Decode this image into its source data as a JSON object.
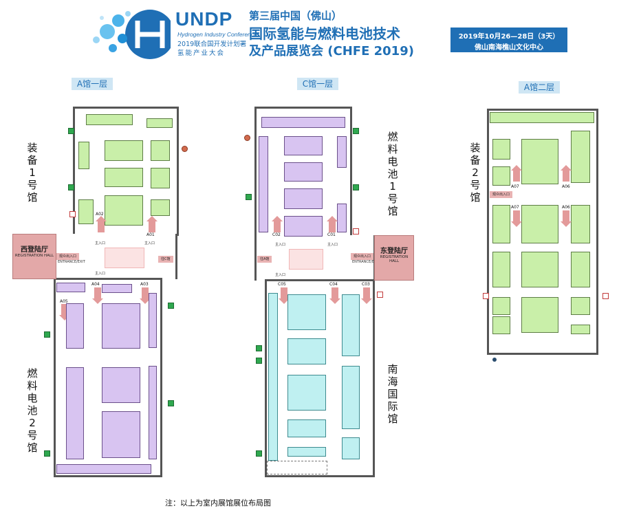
{
  "header": {
    "undp": "UNDP",
    "conference_en": "Hydrogen Industry Conference",
    "conference_cn_1": "2019联合国开发计划署",
    "conference_cn_2": "氢能产业大会",
    "title_line1": "第三届中国（佛山）",
    "title_line2": "国际氢能与燃料电池技术",
    "title_line3": "及产品展览会 (CHFE 2019)",
    "date": "2019年10月26—28日（3天）",
    "venue": "佛山南海樵山文化中心"
  },
  "halls": {
    "a1": {
      "title": "A馆一层",
      "label_top": "装备1号馆",
      "label_bottom": "燃料电池2号馆",
      "codes": {
        "a01": "A01",
        "a02": "A02",
        "a03": "A03",
        "a04": "A04",
        "a05": "A05"
      },
      "main_entrance": "主入口"
    },
    "c1": {
      "title": "C馆一层",
      "label_top": "燃料电池1号馆",
      "label_bottom": "南海国际馆",
      "codes": {
        "c01": "C01",
        "c02": "C02",
        "c03": "C03",
        "c04": "C04",
        "c05": "C05"
      },
      "main_entrance": "主入口"
    },
    "a2": {
      "title": "A馆二层",
      "label": "装备2号馆",
      "codes": {
        "a06_top": "A06",
        "a07_top": "A07",
        "a06_bottom": "A06",
        "a07_bottom": "A07"
      }
    }
  },
  "registration": {
    "west_cn": "西登陆厅",
    "east_cn": "东登陆厅",
    "en": "REGISTRATION HALL"
  },
  "connectors": {
    "exit_cn": "观众出入口",
    "exit_en": "ENTRANCE/EXIT",
    "to_c": "往C馆",
    "to_a": "往A馆"
  },
  "footnote": "注：以上为室内展馆展位布局图",
  "colors": {
    "brand_blue": "#1f6fb5",
    "equipment_booth": "#c9efa9",
    "fuel_cell_booth": "#d8c4f1",
    "international_booth": "#bff0f1",
    "registration": "#e3a8a8"
  }
}
